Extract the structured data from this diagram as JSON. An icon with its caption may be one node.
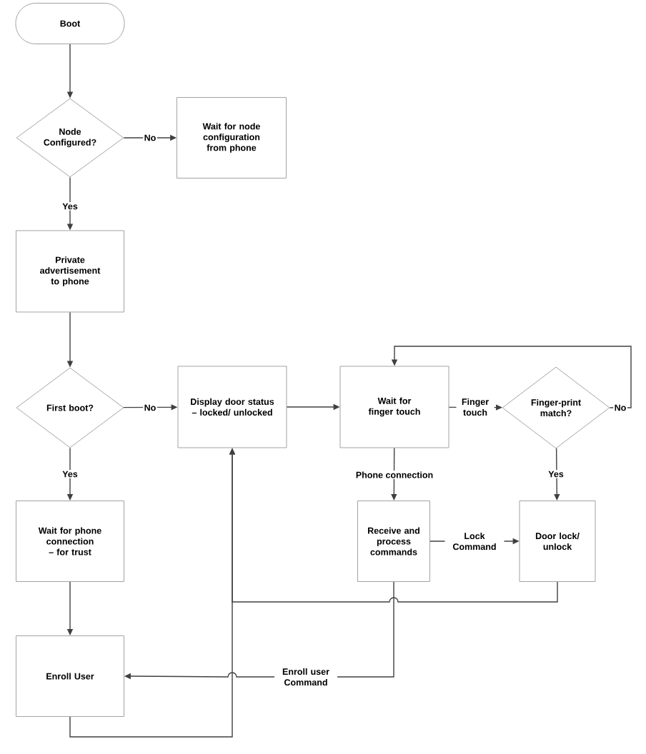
{
  "diagram": {
    "nodes": [
      {
        "text": [
          "Boot"
        ]
      },
      {
        "text": [
          "Node Configured?"
        ]
      },
      {
        "text": [
          "Wait for node configuration from phone"
        ]
      },
      {
        "text": [
          "Private advertisement to phone"
        ]
      },
      {
        "text": [
          "First boot?"
        ]
      },
      {
        "text": [
          "Display door status – locked/ unlocked"
        ]
      },
      {
        "text": [
          "Wait for finger touch"
        ]
      },
      {
        "text": [
          "Finger-print match?"
        ]
      },
      {
        "text": [
          "Wait for phone connection – for trust"
        ]
      },
      {
        "text": [
          "Receive and process commands"
        ]
      },
      {
        "text": [
          "Door lock/ unlock"
        ]
      },
      {
        "text": [
          "Enroll User"
        ]
      }
    ],
    "edges": [
      {
        "from": 0,
        "to": 1,
        "arrow": "to"
      },
      {
        "from": 1,
        "to": 2,
        "arrow": "to",
        "label": "No"
      },
      {
        "from": 1,
        "to": 3,
        "arrow": "to",
        "label": "Yes"
      },
      {
        "from": 3,
        "to": 4,
        "arrow": "to"
      },
      {
        "from": 4,
        "to": 5,
        "arrow": "to",
        "label": "No"
      },
      {
        "from": 4,
        "to": 8,
        "arrow": "to",
        "label": "Yes"
      },
      {
        "from": 5,
        "to": 6,
        "arrow": "to"
      },
      {
        "from": 6,
        "to": 7,
        "arrow": "to",
        "label": "Finger touch"
      },
      {
        "from": 7,
        "to": 6,
        "arrow": "to",
        "label": "No"
      },
      {
        "from": 7,
        "to": 10,
        "arrow": "to",
        "label": "Yes"
      },
      {
        "from": 6,
        "to": 9,
        "arrow": "to",
        "label": "Phone connection"
      },
      {
        "from": 9,
        "to": 10,
        "arrow": "to",
        "label": "Lock Command"
      },
      {
        "from": 10,
        "to": 5,
        "arrow": "to"
      },
      {
        "from": 11,
        "to": 5,
        "arrow": "to"
      },
      {
        "from": 9,
        "to": 11,
        "arrow": "to",
        "label": "Enroll user Command"
      },
      {
        "from": 8,
        "to": 11,
        "arrow": "to"
      }
    ]
  }
}
